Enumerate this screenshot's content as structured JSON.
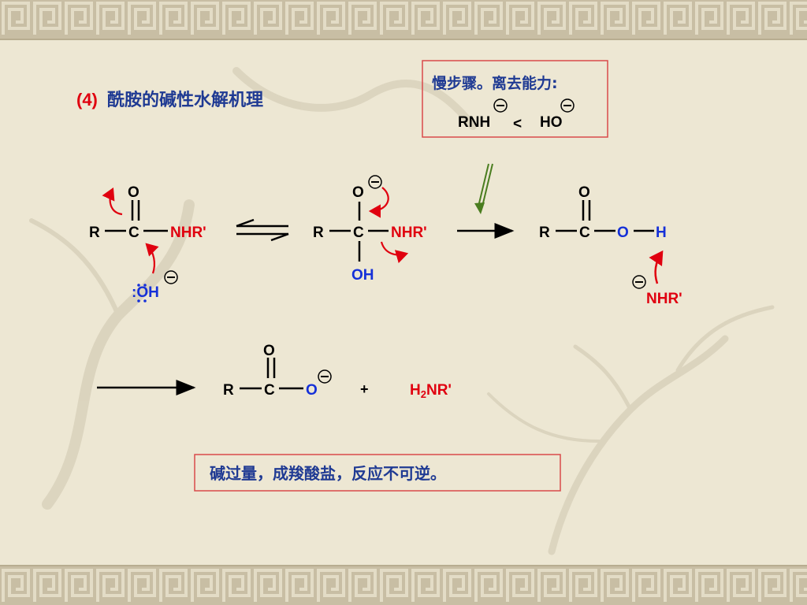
{
  "title": {
    "number": "(4)",
    "text": "酰胺的碱性水解机理"
  },
  "slow_step": {
    "label": "慢步骤。离去能力:",
    "left": "RNH",
    "compare": "<",
    "right": "HO",
    "charge": "Θ"
  },
  "mechanism": {
    "amide": {
      "R": "R",
      "C": "C",
      "O": "O",
      "N": "NHR'"
    },
    "nucleophile": {
      "text": ":OH",
      "charge": "Θ"
    },
    "intermediate": {
      "R": "R",
      "C": "C",
      "O": "O",
      "N": "NHR'",
      "OH": "OH",
      "charge": "Θ"
    },
    "acid": {
      "R": "R",
      "C": "C",
      "O": "O",
      "O2": "O",
      "H": "H"
    },
    "amide_anion": {
      "text": "NHR'",
      "charge": "Θ"
    },
    "carboxylate": {
      "R": "R",
      "C": "C",
      "O": "O",
      "O2": "O",
      "charge": "Θ"
    },
    "plus": "+",
    "amine": {
      "h": "H",
      "sub": "2",
      "rest": "NR'"
    }
  },
  "conclusion": "碱过量，成羧酸盐，反应不可逆。",
  "colors": {
    "title_blue": "#1f3a93",
    "red": "#e0000f",
    "atom_blue": "#1530d8",
    "box_red": "#d94a4a",
    "green_arrow": "#4a7d1f"
  }
}
